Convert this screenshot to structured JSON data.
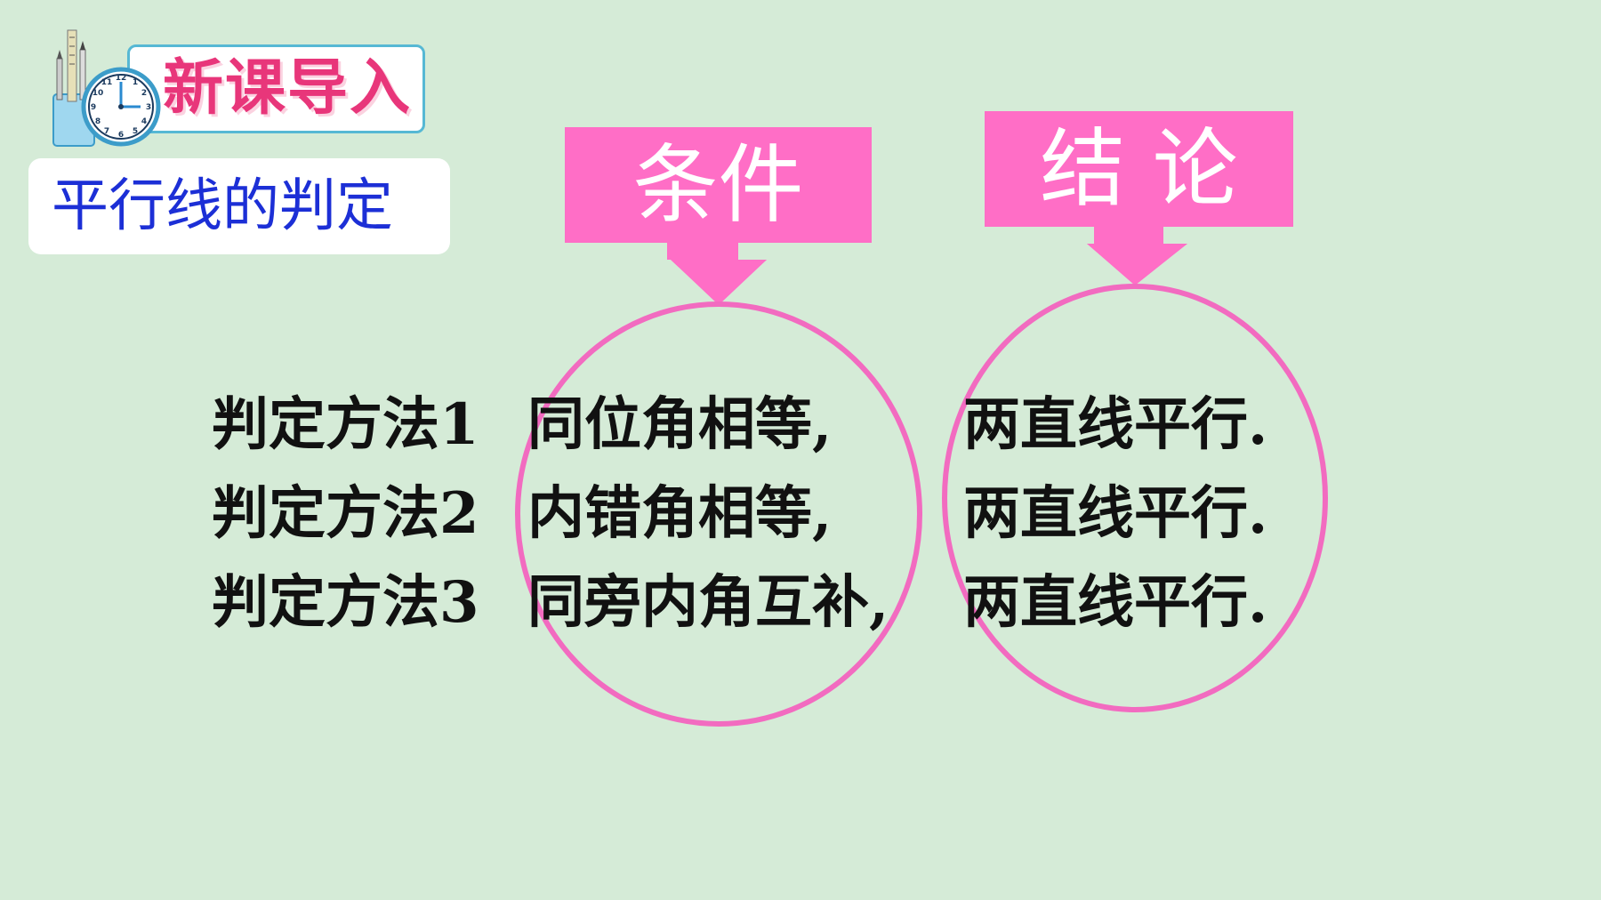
{
  "header": {
    "badge_title": "新课导入",
    "topic": "平行线的判定"
  },
  "labels": {
    "condition": "条件",
    "conclusion": "结 论"
  },
  "rules": [
    {
      "method": "判定方法1",
      "condition": "同位角相等,",
      "conclusion": "两直线平行."
    },
    {
      "method": "判定方法2",
      "condition": "内错角相等,",
      "conclusion": "两直线平行."
    },
    {
      "method": "判定方法3",
      "condition": "同旁内角互补,",
      "conclusion": "两直线平行."
    }
  ],
  "colors": {
    "background": "#d5ebd7",
    "accent_pink": "#ff6ec6",
    "circle_pink": "#f26bc0",
    "topic_blue": "#1c2fd6",
    "badge_pink": "#e8367a"
  },
  "icons": [
    "clock-icon",
    "pencil-cup-icon"
  ]
}
